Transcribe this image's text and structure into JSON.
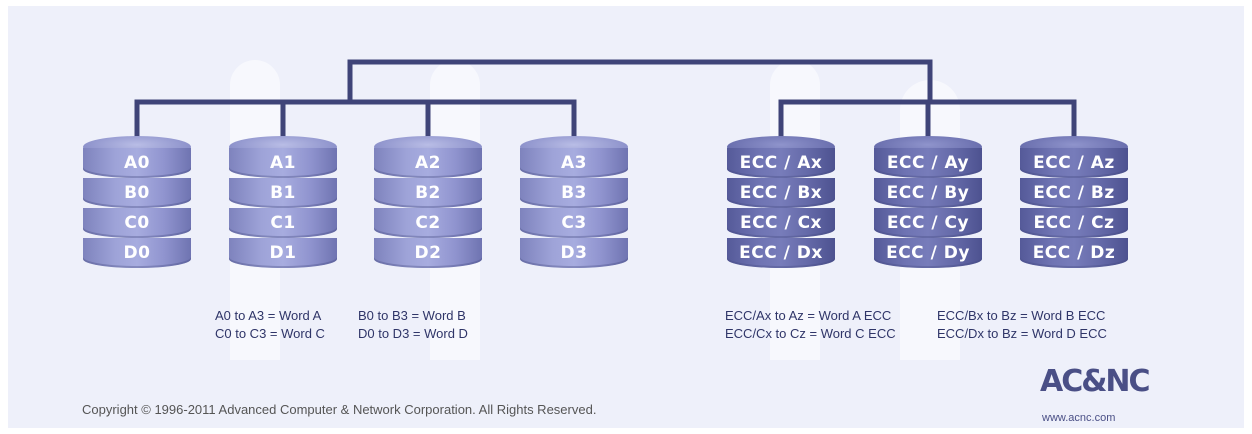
{
  "disks": [
    {
      "group": "data",
      "labels": [
        "A0",
        "B0",
        "C0",
        "D0"
      ]
    },
    {
      "group": "data",
      "labels": [
        "A1",
        "B1",
        "C1",
        "D1"
      ]
    },
    {
      "group": "data",
      "labels": [
        "A2",
        "B2",
        "C2",
        "D2"
      ]
    },
    {
      "group": "data",
      "labels": [
        "A3",
        "B3",
        "C3",
        "D3"
      ]
    },
    {
      "group": "ecc",
      "labels": [
        "ECC / Ax",
        "ECC / Bx",
        "ECC / Cx",
        "ECC / Dx"
      ]
    },
    {
      "group": "ecc",
      "labels": [
        "ECC / Ay",
        "ECC / By",
        "ECC / Cy",
        "ECC / Dy"
      ]
    },
    {
      "group": "ecc",
      "labels": [
        "ECC / Az",
        "ECC / Bz",
        "ECC / Cz",
        "ECC / Dz"
      ]
    }
  ],
  "captions": {
    "data_word_a": "A0 to A3 = Word A",
    "data_word_b": "B0 to B3 = Word B",
    "data_word_c": "C0 to C3 = Word C",
    "data_word_d": "D0 to D3 = Word D",
    "ecc_word_a": "ECC/Ax to Az = Word A ECC",
    "ecc_word_b": "ECC/Bx to Bz = Word B ECC",
    "ecc_word_c": "ECC/Cx to Cz = Word C ECC",
    "ecc_word_d": "ECC/Dx to Bz = Word D ECC"
  },
  "footer": {
    "copyright": "Copyright © 1996-2011 Advanced Computer & Network Corporation. All Rights Reserved.",
    "logo": "AC&NC",
    "logo_url": "www.acnc.com"
  },
  "colors": {
    "bus_line": "#3f4478",
    "data_disk": "#9ea3d8",
    "ecc_disk": "#6f74b3",
    "background": "#eef0fa"
  }
}
